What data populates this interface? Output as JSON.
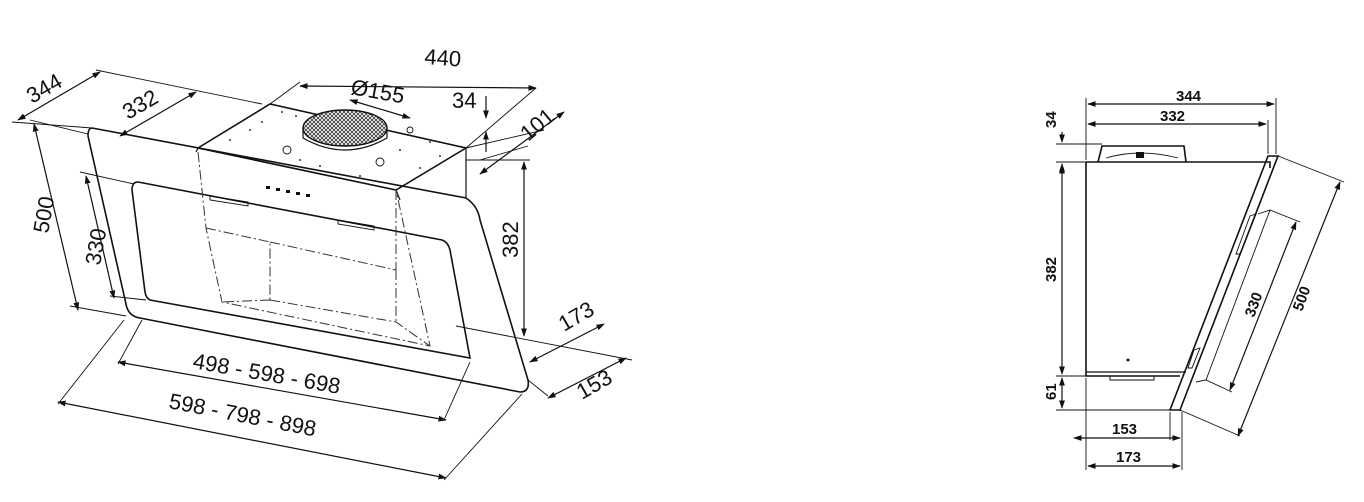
{
  "perspective": {
    "depth_total": "344",
    "depth_inner": "332",
    "width_top": "440",
    "diameter": "Ø155",
    "collar_height": "34",
    "collar_offset": "101",
    "height_total": "500",
    "glass_height": "330",
    "body_height": "382",
    "bottom_depth_a": "173",
    "bottom_depth_b": "153",
    "width_inner": "498 - 598 - 698",
    "width_outer": "598 - 798 - 898"
  },
  "side": {
    "depth_total": "344",
    "depth_inner": "332",
    "collar_height": "34",
    "body_height": "382",
    "base_height": "61",
    "glass_height": "330",
    "panel_height": "500",
    "bottom_depth_a": "153",
    "bottom_depth_b": "173"
  }
}
